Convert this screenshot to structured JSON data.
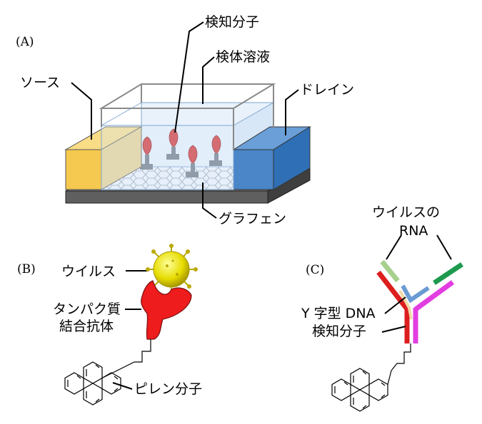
{
  "panels": {
    "a": {
      "tag": "(A)",
      "source_label": "ソース",
      "drain_label": "ドレイン",
      "probe_label": "検知分子",
      "solution_label": "検体溶液",
      "graphene_label": "グラフェン"
    },
    "b": {
      "tag": "(B)",
      "virus_label": "ウイルス",
      "antibody_label_line1": "タンパク質",
      "antibody_label_line2": "結合抗体",
      "pyrene_label": "ピレン分子"
    },
    "c": {
      "tag": "(C)",
      "rna_label_line1": "ウイルスの",
      "rna_label_line2": "RNA",
      "dna_label_line1": "Y 字型 DNA",
      "dna_label_line2": "検知分子"
    }
  },
  "colors": {
    "source": "#f5c84f",
    "drain": "#4a86c8",
    "substrate": "#5f5f5f",
    "probe": "#d42a2a",
    "antibody": "#ee1c1c",
    "virus": "#e8e000",
    "y_red": "#dc1e1e",
    "y_magenta": "#e23de0",
    "rna_light": "#a8d08d",
    "rna_green": "#1e9a4e",
    "y_blue": "#6b9bd3"
  }
}
